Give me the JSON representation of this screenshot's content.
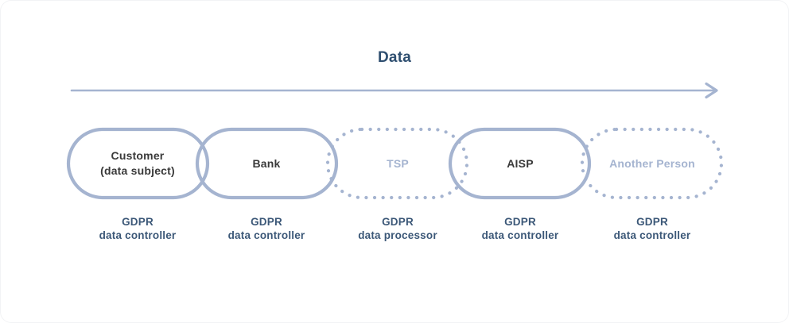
{
  "diagram": {
    "title": "Data",
    "arrow": {
      "direction": "right"
    },
    "entities": [
      {
        "name_line1": "Customer",
        "name_line2": "(data subject)",
        "outline": "solid",
        "role_line1": "GDPR",
        "role_line2": "data controller"
      },
      {
        "name_line1": "Bank",
        "name_line2": "",
        "outline": "solid",
        "role_line1": "GDPR",
        "role_line2": "data controller"
      },
      {
        "name_line1": "TSP",
        "name_line2": "",
        "outline": "dotted",
        "role_line1": "GDPR",
        "role_line2": "data processor"
      },
      {
        "name_line1": "AISP",
        "name_line2": "",
        "outline": "solid",
        "role_line1": "GDPR",
        "role_line2": "data controller"
      },
      {
        "name_line1": "Another Person",
        "name_line2": "",
        "outline": "dotted",
        "role_line1": "GDPR",
        "role_line2": "data controller"
      }
    ],
    "colors": {
      "outline_blue": "#a5b4d0",
      "title_navy": "#2f4f70",
      "role_navy": "#3c5878",
      "dark_entity_text": "#3a3a3a",
      "muted_entity_text": "#a5b4d0"
    }
  }
}
